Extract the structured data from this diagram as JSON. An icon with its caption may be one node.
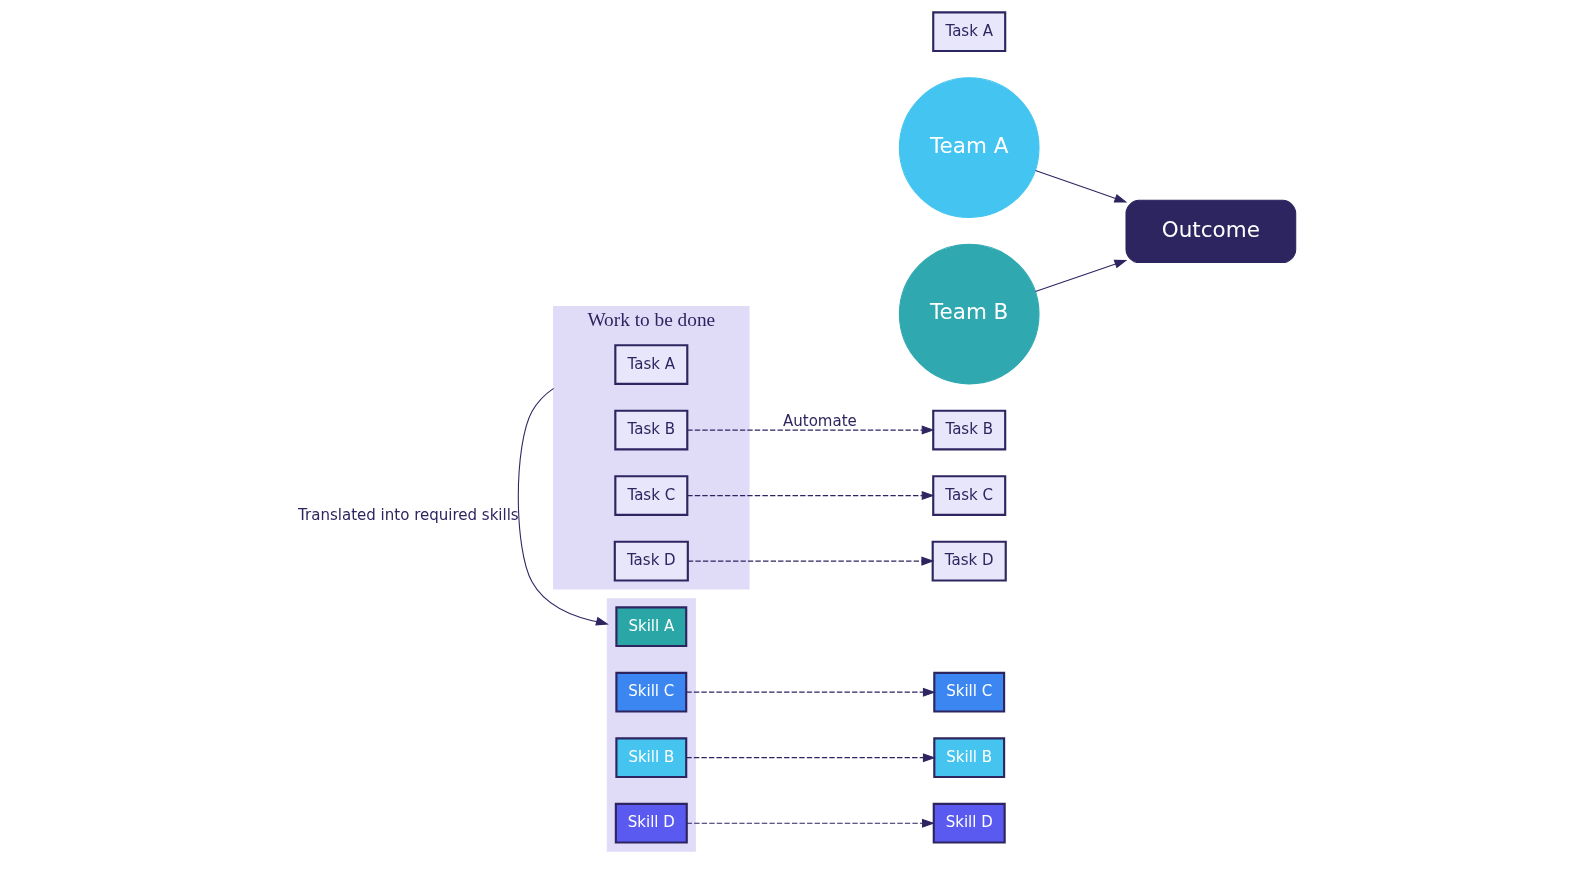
{
  "diagram": {
    "nodes": [
      {
        "text": [
          "Work to be done"
        ]
      },
      {
        "text": [
          "Task A"
        ],
        "in": 0
      },
      {
        "text": [
          "Task B"
        ],
        "in": 0
      },
      {
        "text": [
          "Task C"
        ],
        "in": 0
      },
      {
        "text": [
          "Task D"
        ],
        "in": 0
      },
      {
        "text": [],
        "shape": "box"
      },
      {
        "text": [
          "Skill A"
        ],
        "in": 5
      },
      {
        "text": [
          "Skill C"
        ],
        "in": 5
      },
      {
        "text": [
          "Skill B"
        ],
        "in": 5
      },
      {
        "text": [
          "Skill D"
        ],
        "in": 5
      },
      {
        "text": [
          "Task B"
        ]
      },
      {
        "text": [
          "Team A"
        ]
      },
      {
        "text": [
          "Task A"
        ]
      },
      {
        "text": [
          "Skill C"
        ]
      },
      {
        "text": [
          "Skill D"
        ]
      },
      {
        "text": [
          "Outcome"
        ]
      },
      {
        "text": [
          "Task C"
        ]
      },
      {
        "text": [
          "Task D"
        ]
      },
      {
        "text": [
          "Team B"
        ]
      },
      {
        "text": [
          "Skill B"
        ]
      }
    ],
    "edges": [
      {
        "from": 2,
        "to": 10,
        "arrow": "to",
        "style": "dashed",
        "label": "Automate"
      },
      {
        "from": 0,
        "to": 5,
        "arrow": "to",
        "label": "Translated into required skills"
      },
      {
        "from": 3,
        "to": 16,
        "arrow": "to",
        "style": "dashed"
      },
      {
        "from": 4,
        "to": 17,
        "arrow": "to",
        "style": "dashed"
      },
      {
        "from": 7,
        "to": 13,
        "arrow": "to",
        "style": "dashed"
      },
      {
        "from": 9,
        "to": 14,
        "arrow": "to",
        "style": "dashed"
      },
      {
        "from": 8,
        "to": 19,
        "arrow": "to",
        "style": "dashed"
      },
      {
        "from": 11,
        "to": 15,
        "arrow": "to"
      },
      {
        "from": 18,
        "to": 15,
        "arrow": "to"
      }
    ]
  }
}
